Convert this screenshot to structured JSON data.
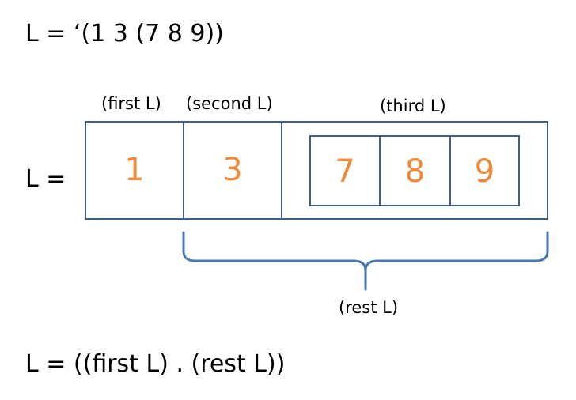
{
  "definition_line": "L  = ‘(1 3 (7 8 9))",
  "row_label": "L  =",
  "labels": {
    "first": "(first L)",
    "second": "(second L)",
    "third": "(third L)",
    "rest": "(rest L)"
  },
  "cells": [
    "1",
    "3"
  ],
  "inner_cells": [
    "7",
    "8",
    "9"
  ],
  "equation_line": "L  = ((first L) . (rest L))",
  "colors": {
    "box_border": "#3d5f8a",
    "cell_value": "#f0883a",
    "brace": "#4a78b4"
  }
}
